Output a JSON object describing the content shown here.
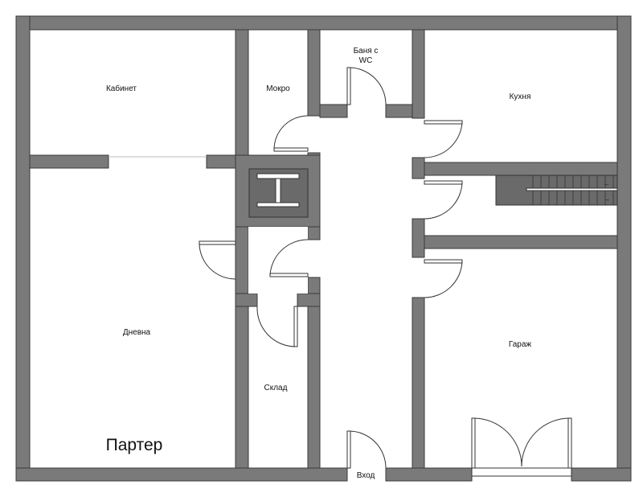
{
  "plan": {
    "floor_title": "Партер",
    "rooms": {
      "office": "Кабинет",
      "wet_room": "Мокро",
      "bath_line1": "Баня с",
      "bath_line2": "WC",
      "kitchen": "Кухня",
      "living": "Дневна",
      "storage": "Склад",
      "garage": "Гараж",
      "entrance": "Вход"
    },
    "colors": {
      "wall": "#7a7a7a",
      "outline": "#3a3a3a",
      "background": "#ffffff"
    }
  }
}
